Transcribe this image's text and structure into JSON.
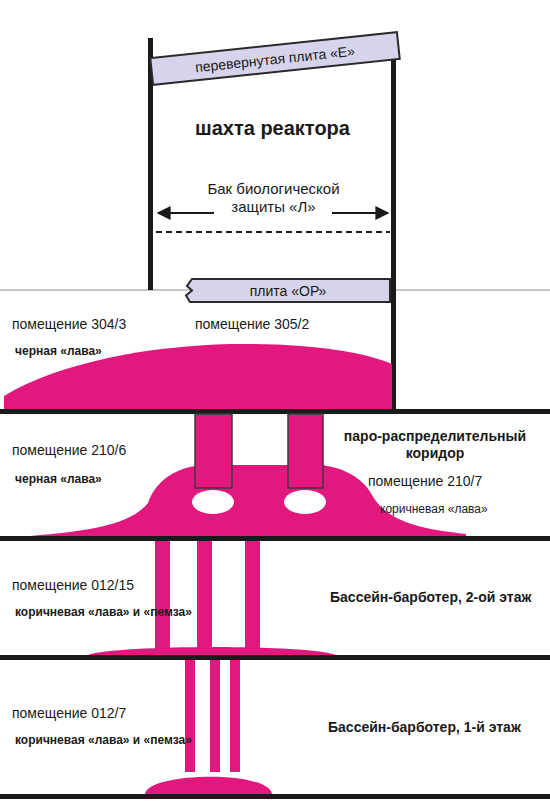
{
  "diagram": {
    "nodes": [
      {
        "text": [
          "перевернутая плита «Е»"
        ]
      },
      {
        "text": [
          "плита «ОР»"
        ]
      }
    ],
    "labels": [
      "шахта реактора",
      "Бак биологической защиты «Л»",
      "помещение 304/3",
      "черная «лава»",
      "помещение 305/2",
      "помещение 210/6",
      "черная «лава»",
      "паро-распределительный коридор",
      "помещение 210/7",
      "коричневая «лава»",
      "помещение 012/15",
      "коричневая «лава» и «пемза»",
      "Бассейн-барботер, 2-ой этаж",
      "помещение 012/7",
      "коричневая «лава» и «пемза»",
      "Бассейн-барботер, 1-й этаж"
    ]
  }
}
